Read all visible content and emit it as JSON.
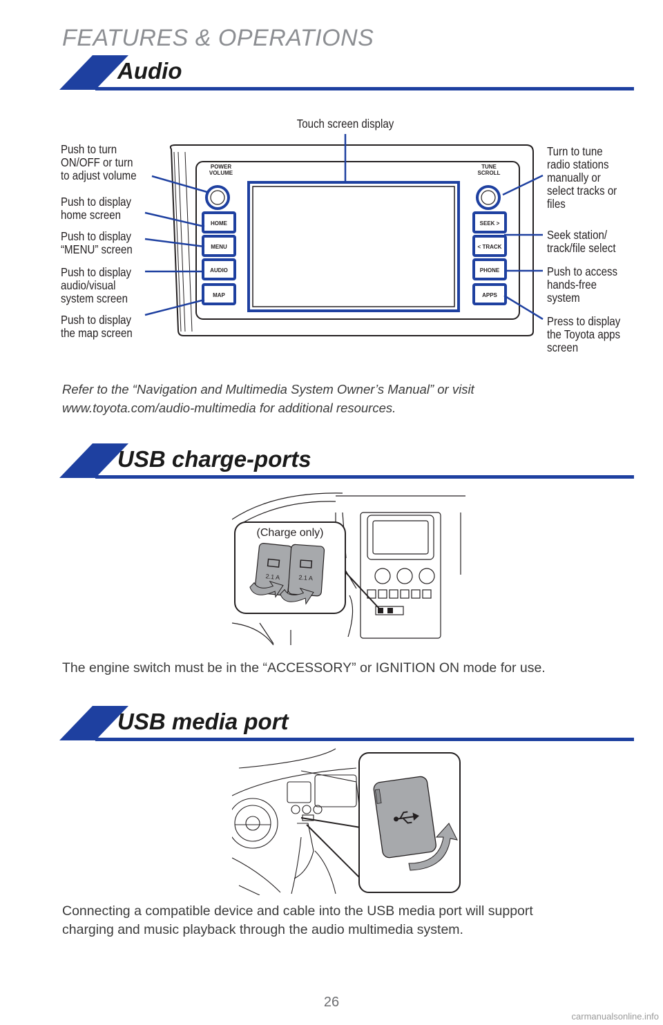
{
  "header": {
    "title": "FEATURES & OPERATIONS"
  },
  "sections": {
    "audio": {
      "title": "Audio"
    },
    "usb_charge": {
      "title": "USB charge-ports"
    },
    "usb_media": {
      "title": "USB media port"
    }
  },
  "audio": {
    "unit": {
      "left_knob_label": "POWER\nVOLUME",
      "right_knob_label": "TUNE\nSCROLL",
      "left_buttons": [
        "HOME",
        "MENU",
        "AUDIO",
        "MAP"
      ],
      "right_buttons": [
        "SEEK >",
        "< TRACK",
        "PHONE",
        "APPS"
      ]
    },
    "callouts": {
      "touch_screen": "Touch screen display",
      "power": "Push to turn\nON/OFF or turn\nto adjust volume",
      "home": "Push to display\nhome screen",
      "menu": "Push to display\n“MENU” screen",
      "audio": "Push to display\naudio/visual\nsystem screen",
      "map": "Push to display\nthe map screen",
      "tune": "Turn to tune\nradio stations\nmanually or\nselect tracks or\nfiles",
      "seek": "Seek station/\ntrack/file select",
      "phone": "Push to access\nhands-free\nsystem",
      "apps": "Press to display\nthe Toyota apps\nscreen"
    },
    "note": "Refer to the “Navigation and Multimedia System Owner’s Manual” or visit\nwww.toyota.com/audio-multimedia for additional resources."
  },
  "usb_charge": {
    "inset_label": "(Charge only)",
    "port_rating": "2.1 A",
    "note": "The engine switch must be in the “ACCESSORY” or IGNITION ON mode for use."
  },
  "usb_media": {
    "note": "Connecting a compatible device and cable into the USB media port will support\ncharging and music playback through the audio multimedia system."
  },
  "footer": {
    "page_number": "26",
    "watermark": "carmanualsonline.info"
  },
  "colors": {
    "brand_blue": "#1e40a0",
    "header_gray": "#8c8e92"
  }
}
